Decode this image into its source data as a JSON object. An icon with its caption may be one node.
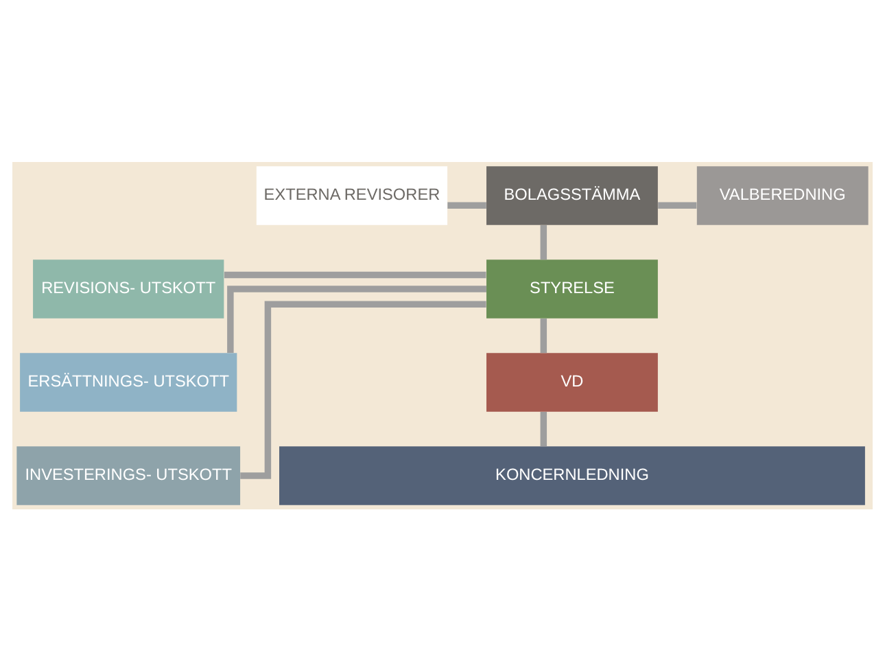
{
  "diagram": {
    "nodes": [
      {
        "text": [
          "EXTERNA REVISORER"
        ]
      },
      {
        "text": [
          "BOLAGSSTÄMMA"
        ]
      },
      {
        "text": [
          "VALBEREDNING"
        ]
      },
      {
        "text": [
          "STYRELSE"
        ]
      },
      {
        "text": [
          "REVISIONS- UTSKOTT"
        ]
      },
      {
        "text": [
          "ERSÄTTNINGS- UTSKOTT"
        ]
      },
      {
        "text": [
          "INVESTERINGS- UTSKOTT"
        ]
      },
      {
        "text": [
          "VD"
        ]
      },
      {
        "text": [
          "KONCERNLEDNING"
        ]
      }
    ],
    "edges": [
      {
        "from": 0,
        "to": 1,
        "arrow": "none"
      },
      {
        "from": 1,
        "to": 2,
        "arrow": "none"
      },
      {
        "from": 1,
        "to": 3,
        "arrow": "none"
      },
      {
        "from": 3,
        "to": 4,
        "arrow": "none"
      },
      {
        "from": 3,
        "to": 5,
        "arrow": "none"
      },
      {
        "from": 3,
        "to": 6,
        "arrow": "none"
      },
      {
        "from": 3,
        "to": 7,
        "arrow": "none"
      },
      {
        "from": 7,
        "to": 8,
        "arrow": "none"
      }
    ]
  }
}
